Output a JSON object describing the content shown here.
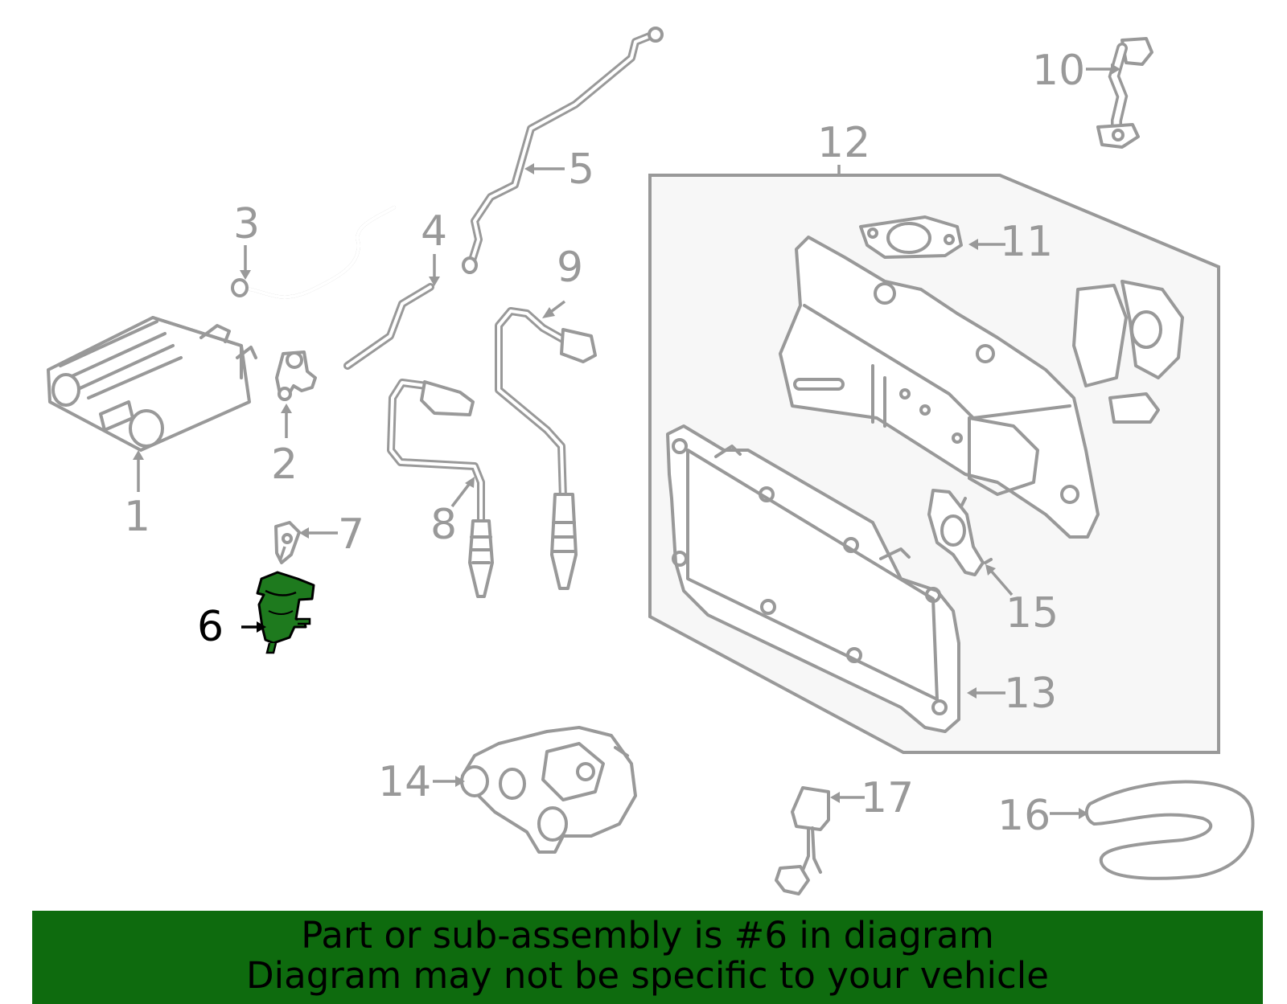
{
  "callouts": [
    {
      "id": "c1",
      "text": "1"
    },
    {
      "id": "c2",
      "text": "2"
    },
    {
      "id": "c3",
      "text": "3"
    },
    {
      "id": "c4",
      "text": "4"
    },
    {
      "id": "c5",
      "text": "5"
    },
    {
      "id": "c6",
      "text": "6"
    },
    {
      "id": "c7",
      "text": "7"
    },
    {
      "id": "c8",
      "text": "8"
    },
    {
      "id": "c9",
      "text": "9"
    },
    {
      "id": "c10",
      "text": "10"
    },
    {
      "id": "c11",
      "text": "11"
    },
    {
      "id": "c12",
      "text": "12"
    },
    {
      "id": "c13",
      "text": "13"
    },
    {
      "id": "c14",
      "text": "14"
    },
    {
      "id": "c15",
      "text": "15"
    },
    {
      "id": "c16",
      "text": "16"
    },
    {
      "id": "c17",
      "text": "17"
    }
  ],
  "highlighted_part": "6",
  "colors": {
    "highlight_part": "#1e7a1e",
    "banner_background": "#0e6b0e",
    "line_art": "#999999",
    "assembly_panel": "#f7f7f7"
  },
  "banner": {
    "line1": "Part or sub-assembly is #6 in diagram",
    "line2": "Diagram may not be specific to your vehicle"
  }
}
